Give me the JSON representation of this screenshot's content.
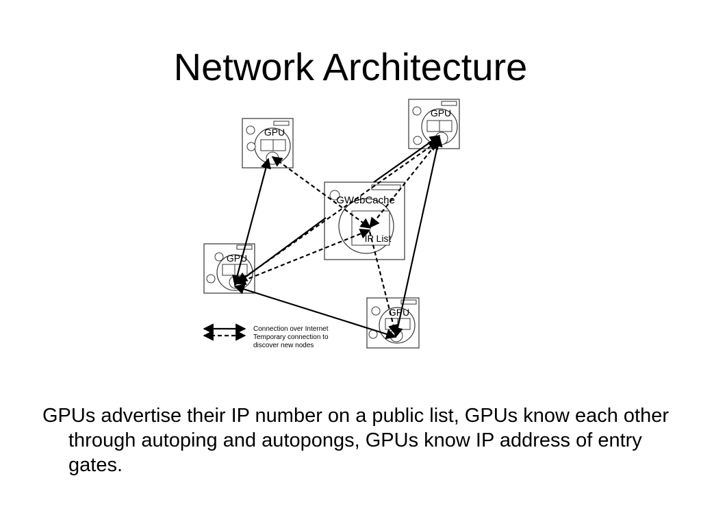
{
  "slide": {
    "title": "Network Architecture",
    "body": "GPUs advertise their IP number on a public list, GPUs know each other through autoping and autopongs, GPUs know IP address of entry gates."
  },
  "diagram": {
    "nodes": {
      "gpu_top_left": {
        "label": "GPU"
      },
      "gpu_top_right": {
        "label": "GPU"
      },
      "gpu_middle_left": {
        "label": "GPU"
      },
      "gpu_bottom_right": {
        "label": "GPU"
      },
      "gwebcache": {
        "label": "GWebCache",
        "list_label": "IP List"
      }
    },
    "edges": [
      {
        "from": "gpu_top_left",
        "to": "gpu_middle_left",
        "style": "solid"
      },
      {
        "from": "gpu_middle_left",
        "to": "gpu_bottom_right",
        "style": "solid"
      },
      {
        "from": "gpu_top_right",
        "to": "gpu_bottom_right",
        "style": "solid"
      },
      {
        "from": "gpu_middle_left",
        "to": "gwebcache",
        "style": "solid"
      },
      {
        "from": "gpu_top_right",
        "to": "gwebcache",
        "style": "solid"
      },
      {
        "from": "gpu_top_left",
        "to": "gwebcache",
        "style": "dashed"
      },
      {
        "from": "gpu_middle_left",
        "to": "gwebcache",
        "style": "dashed"
      },
      {
        "from": "gpu_top_right",
        "to": "gwebcache",
        "style": "dashed"
      },
      {
        "from": "gwebcache",
        "to": "gpu_bottom_right",
        "style": "dashed"
      },
      {
        "from": "gpu_middle_left",
        "to": "gpu_top_right",
        "style": "dashed"
      }
    ],
    "legend": {
      "solid": "Connection over Internet",
      "dashed_line1": "Temporary connection to",
      "dashed_line2": "discover new nodes"
    }
  }
}
